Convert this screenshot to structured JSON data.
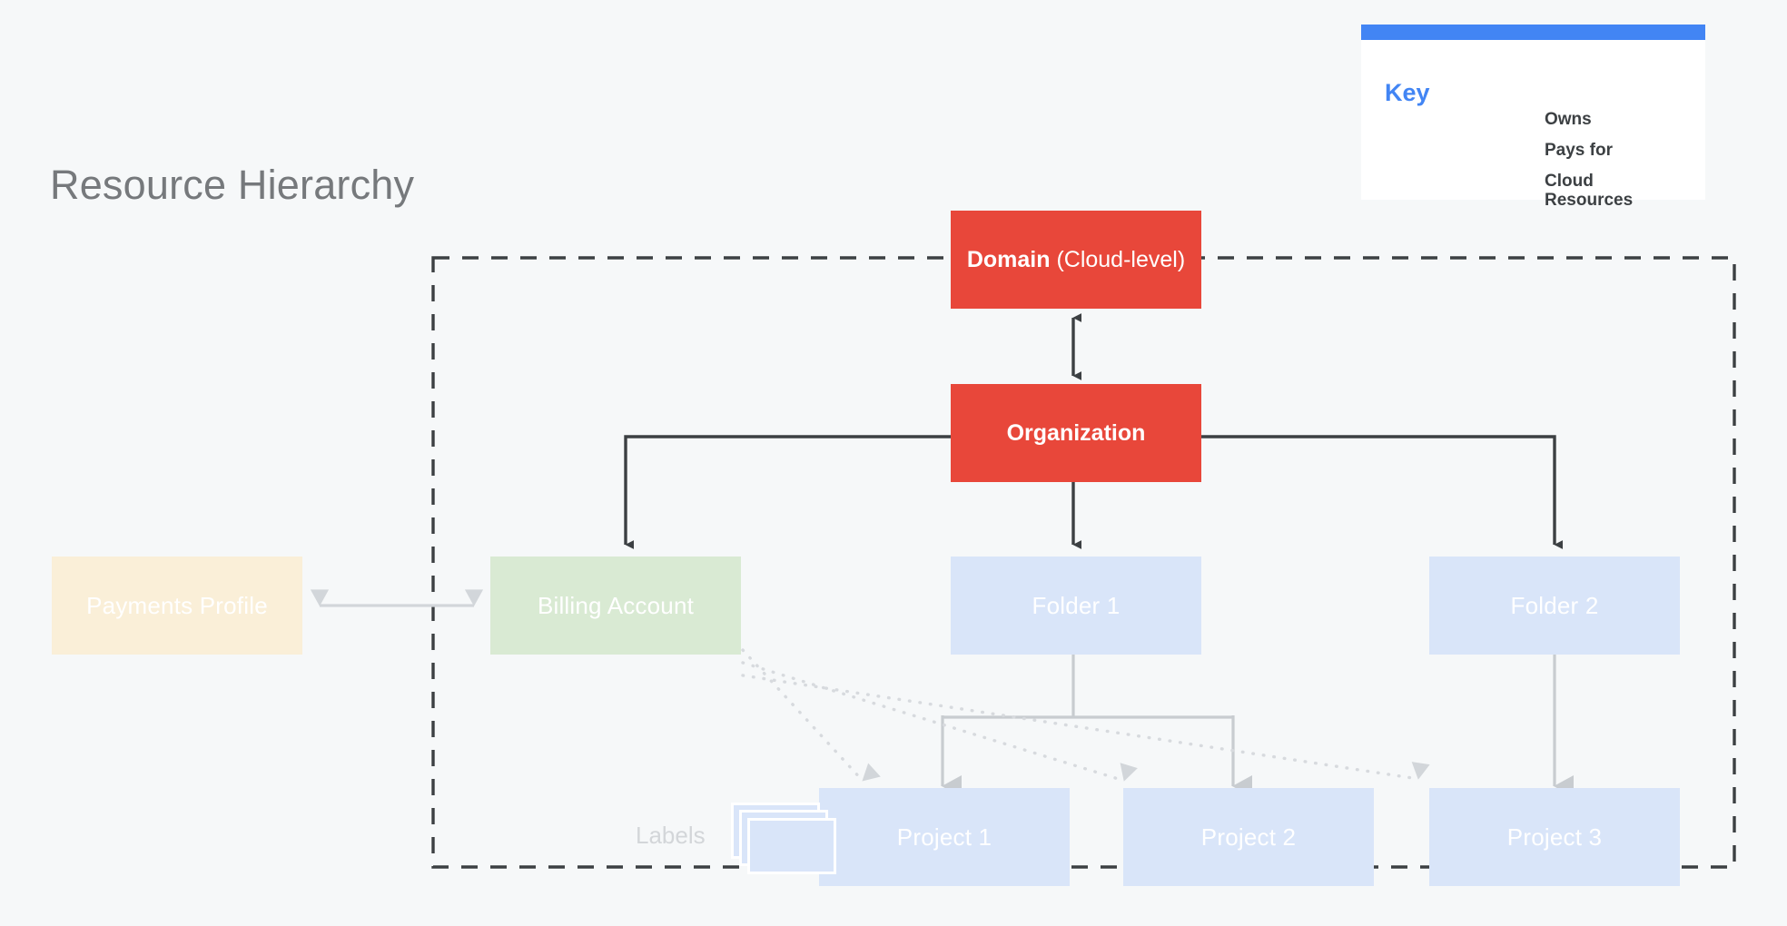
{
  "page": {
    "title": "Resource Hierarchy",
    "background_color": "#f6f8f9",
    "title_color": "#76797c"
  },
  "key": {
    "heading": "Key",
    "heading_color": "#4285f4",
    "bar_color": "#4285f4",
    "rows": [
      {
        "style": "solid",
        "label": "Owns"
      },
      {
        "style": "dotted",
        "label": "Pays for"
      },
      {
        "style": "dashed",
        "label": "Cloud Resources"
      }
    ]
  },
  "nodes": {
    "domain": {
      "label_bold": "Domain",
      "label_rest": " (Cloud-level)",
      "color": "#e8473a"
    },
    "organization": {
      "label": "Organization",
      "color": "#e8473a"
    },
    "payments_profile": {
      "label": "Payments Profile",
      "color": "#faefd8"
    },
    "billing_account": {
      "label": "Billing Account",
      "color": "#d9ead3"
    },
    "folder_1": {
      "label": "Folder 1",
      "color": "#d9e5f9"
    },
    "folder_2": {
      "label": "Folder 2",
      "color": "#d9e5f9"
    },
    "project_1": {
      "label": "Project 1",
      "color": "#d9e5f9"
    },
    "project_2": {
      "label": "Project 2",
      "color": "#d9e5f9"
    },
    "project_3": {
      "label": "Project 3",
      "color": "#d9e5f9"
    },
    "labels": {
      "label": "Labels",
      "color": "#d9e5f9"
    }
  },
  "boundary": {
    "name": "Cloud Resources",
    "style": "dashed",
    "color": "#3c4043"
  },
  "diagram_data": {
    "type": "hierarchy",
    "edges": [
      {
        "from": "domain",
        "to": "organization",
        "relation": "Owns",
        "style": "solid",
        "arrows": "both"
      },
      {
        "from": "organization",
        "to": "billing_account",
        "relation": "Owns",
        "style": "solid",
        "arrows": "to"
      },
      {
        "from": "organization",
        "to": "folder_1",
        "relation": "Owns",
        "style": "solid",
        "arrows": "to"
      },
      {
        "from": "organization",
        "to": "folder_2",
        "relation": "Owns",
        "style": "solid",
        "arrows": "to"
      },
      {
        "from": "payments_profile",
        "to": "billing_account",
        "relation": "Pays for",
        "style": "solid",
        "arrows": "both"
      },
      {
        "from": "folder_1",
        "to": "project_1",
        "relation": "Owns",
        "style": "solid",
        "arrows": "to"
      },
      {
        "from": "folder_1",
        "to": "project_2",
        "relation": "Owns",
        "style": "solid",
        "arrows": "to"
      },
      {
        "from": "folder_2",
        "to": "project_3",
        "relation": "Owns",
        "style": "solid",
        "arrows": "to"
      },
      {
        "from": "billing_account",
        "to": "project_1",
        "relation": "Pays for",
        "style": "dotted",
        "arrows": "to"
      },
      {
        "from": "billing_account",
        "to": "project_2",
        "relation": "Pays for",
        "style": "dotted",
        "arrows": "to"
      },
      {
        "from": "billing_account",
        "to": "project_3",
        "relation": "Pays for",
        "style": "dotted",
        "arrows": "to"
      }
    ]
  }
}
